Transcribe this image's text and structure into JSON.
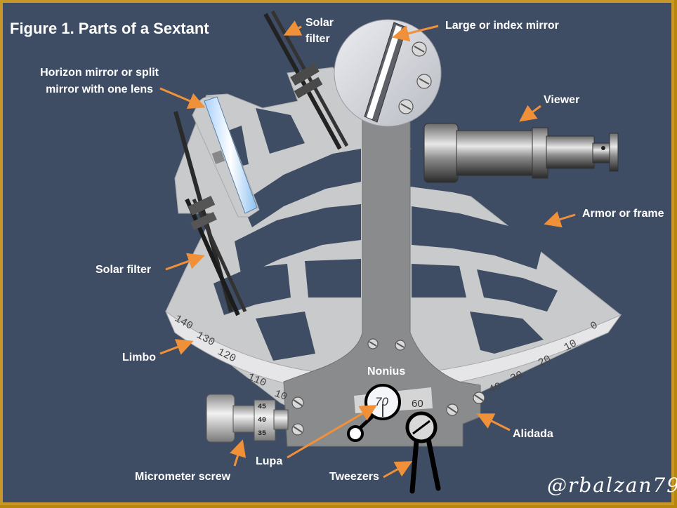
{
  "title": "Figure 1. Parts of a Sextant",
  "labels": {
    "solar_filter_top_line1": "Solar",
    "solar_filter_top_line2": "filter",
    "index_mirror": "Large or index mirror",
    "horizon_mirror_line1": "Horizon mirror or split",
    "horizon_mirror_line2": "mirror with one lens",
    "viewer": "Viewer",
    "armor": "Armor or frame",
    "solar_filter_left": "Solar filter",
    "limbo": "Limbo",
    "nonius": "Nonius",
    "alidada": "Alidada",
    "lupa": "Lupa",
    "micrometer": "Micrometer screw",
    "tweezers": "Tweezers"
  },
  "scale": {
    "left_numbers": [
      "140",
      "130",
      "120",
      "110",
      "10"
    ],
    "right_numbers": [
      "40",
      "30",
      "20",
      "10",
      "0"
    ]
  },
  "nonius_numbers": {
    "lupa_value": "70",
    "second_value": "60"
  },
  "micrometer_numbers": [
    "45",
    "40",
    "35"
  ],
  "signature": "@rbalzan79",
  "colors": {
    "background": "#3e4d63",
    "border": "#c9962a",
    "arrow": "#f0913a",
    "frame": "#c9cacc",
    "alidade": "#8a8b8d"
  }
}
